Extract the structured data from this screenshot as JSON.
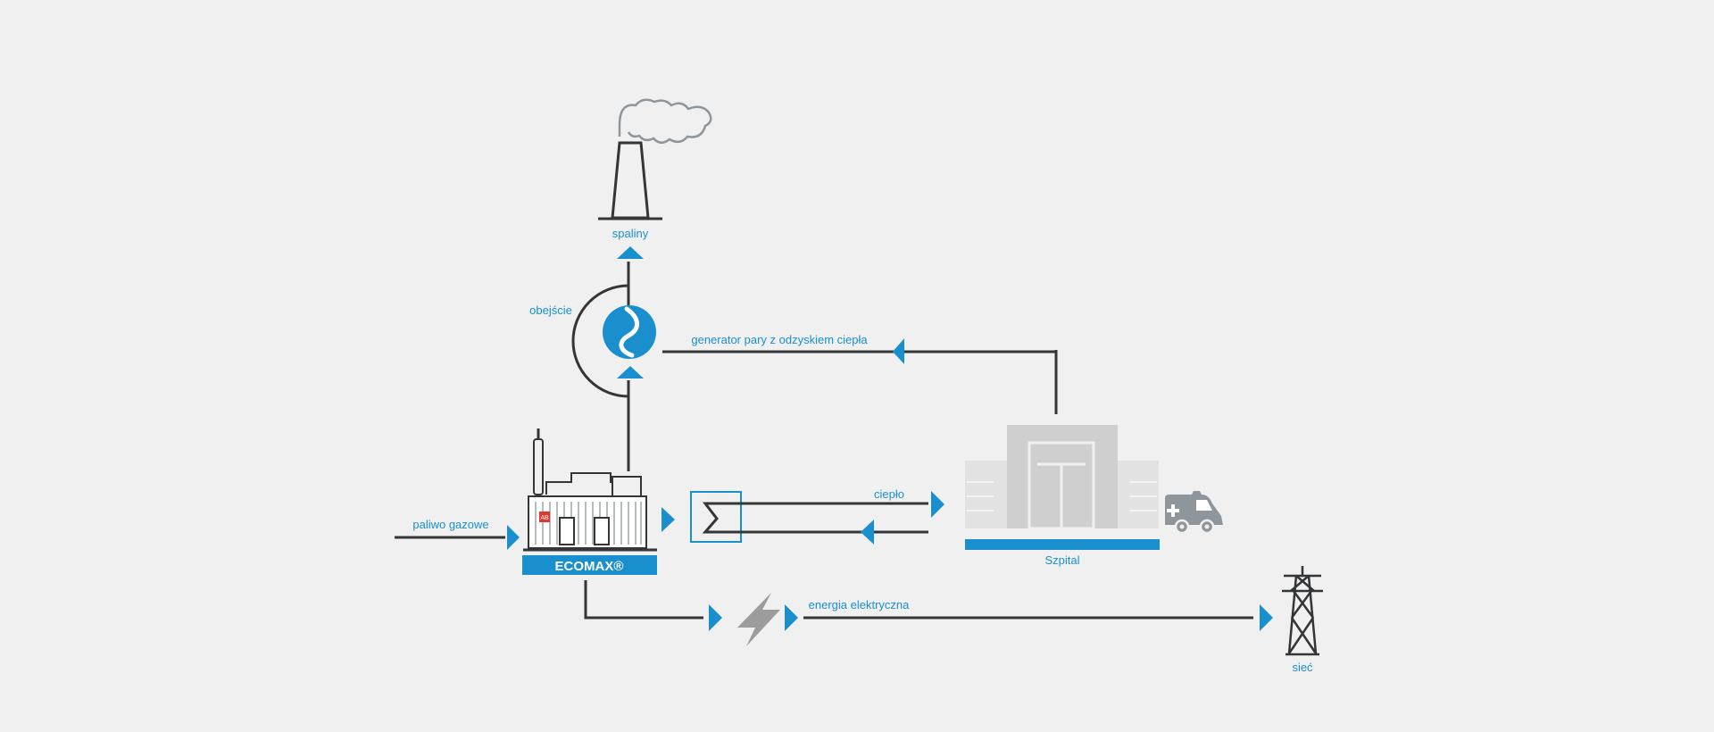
{
  "labels": {
    "exhaust": "spaliny",
    "bypass": "obejście",
    "steam_generator": "generator pary z odzyskiem ciepła",
    "gas_fuel": "paliwo gazowe",
    "heat": "ciepło",
    "hospital": "Szpital",
    "electric_energy": "energia elektryczna",
    "grid": "sieć"
  },
  "unit": {
    "brand": "ECOMAX®",
    "badge": "AB"
  },
  "colors": {
    "accent": "#1a8fcd",
    "line": "#333536",
    "background": "#f0f0f0",
    "building": "#cfcfcf",
    "building_light": "#e2e2e2",
    "icon_gray": "#8e969b"
  },
  "icons": [
    "chimney-with-smoke-icon",
    "heat-recovery-exchanger-icon",
    "chp-generator-unit-icon",
    "heat-exchanger-icon",
    "hospital-building-icon",
    "ambulance-icon",
    "lightning-bolt-icon",
    "power-pylon-icon"
  ]
}
